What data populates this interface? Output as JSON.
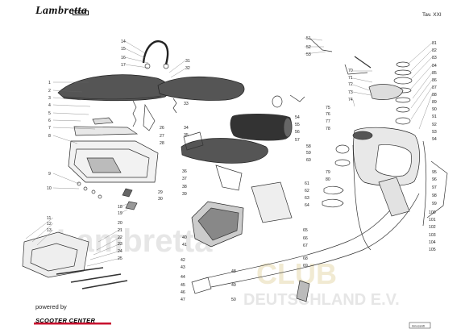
{
  "header": {
    "brand": "Lambretta",
    "brand_sub": "innocenti",
    "plate": "Tav. XXI"
  },
  "footer": {
    "powered_by": "powered by",
    "sponsor": "SCOOTER CENTER",
    "corner_badge": "innocenti"
  },
  "watermark": {
    "brand": "Lambretta",
    "club": "CLUB",
    "country": "DEUTSCHLAND E.V."
  },
  "colors": {
    "sponsor_stripe": "#c8102e",
    "watermark_gray": "#e6e6e6",
    "watermark_tan": "#efe6c8",
    "line": "#333333"
  },
  "labels_left": [
    "1",
    "2",
    "3",
    "4",
    "5",
    "6",
    "7",
    "8",
    "9",
    "10",
    "11",
    "12",
    "13"
  ],
  "labels_top_left": [
    "14",
    "15",
    "16",
    "17"
  ],
  "labels_mid_left": [
    "18",
    "19",
    "20",
    "21",
    "22",
    "23",
    "24",
    "25"
  ],
  "labels_center": [
    "26",
    "27",
    "28",
    "29",
    "30",
    "31",
    "32",
    "33",
    "34",
    "35",
    "36",
    "37",
    "38",
    "39",
    "40",
    "41",
    "42",
    "43",
    "44",
    "45",
    "46",
    "47",
    "48",
    "49",
    "50"
  ],
  "labels_center_right": [
    "51",
    "52",
    "53",
    "54",
    "55",
    "56",
    "57",
    "58",
    "59",
    "60",
    "61",
    "62",
    "63",
    "64",
    "65",
    "66",
    "67",
    "68",
    "69",
    "70",
    "71",
    "72",
    "73",
    "74",
    "75",
    "76",
    "77",
    "78",
    "79",
    "80"
  ],
  "labels_right": [
    "81",
    "82",
    "83",
    "84",
    "85",
    "86",
    "87",
    "88",
    "89",
    "90",
    "91",
    "92",
    "93",
    "94",
    "95",
    "96",
    "97",
    "98",
    "99",
    "100",
    "101",
    "102",
    "103",
    "104",
    "105"
  ]
}
